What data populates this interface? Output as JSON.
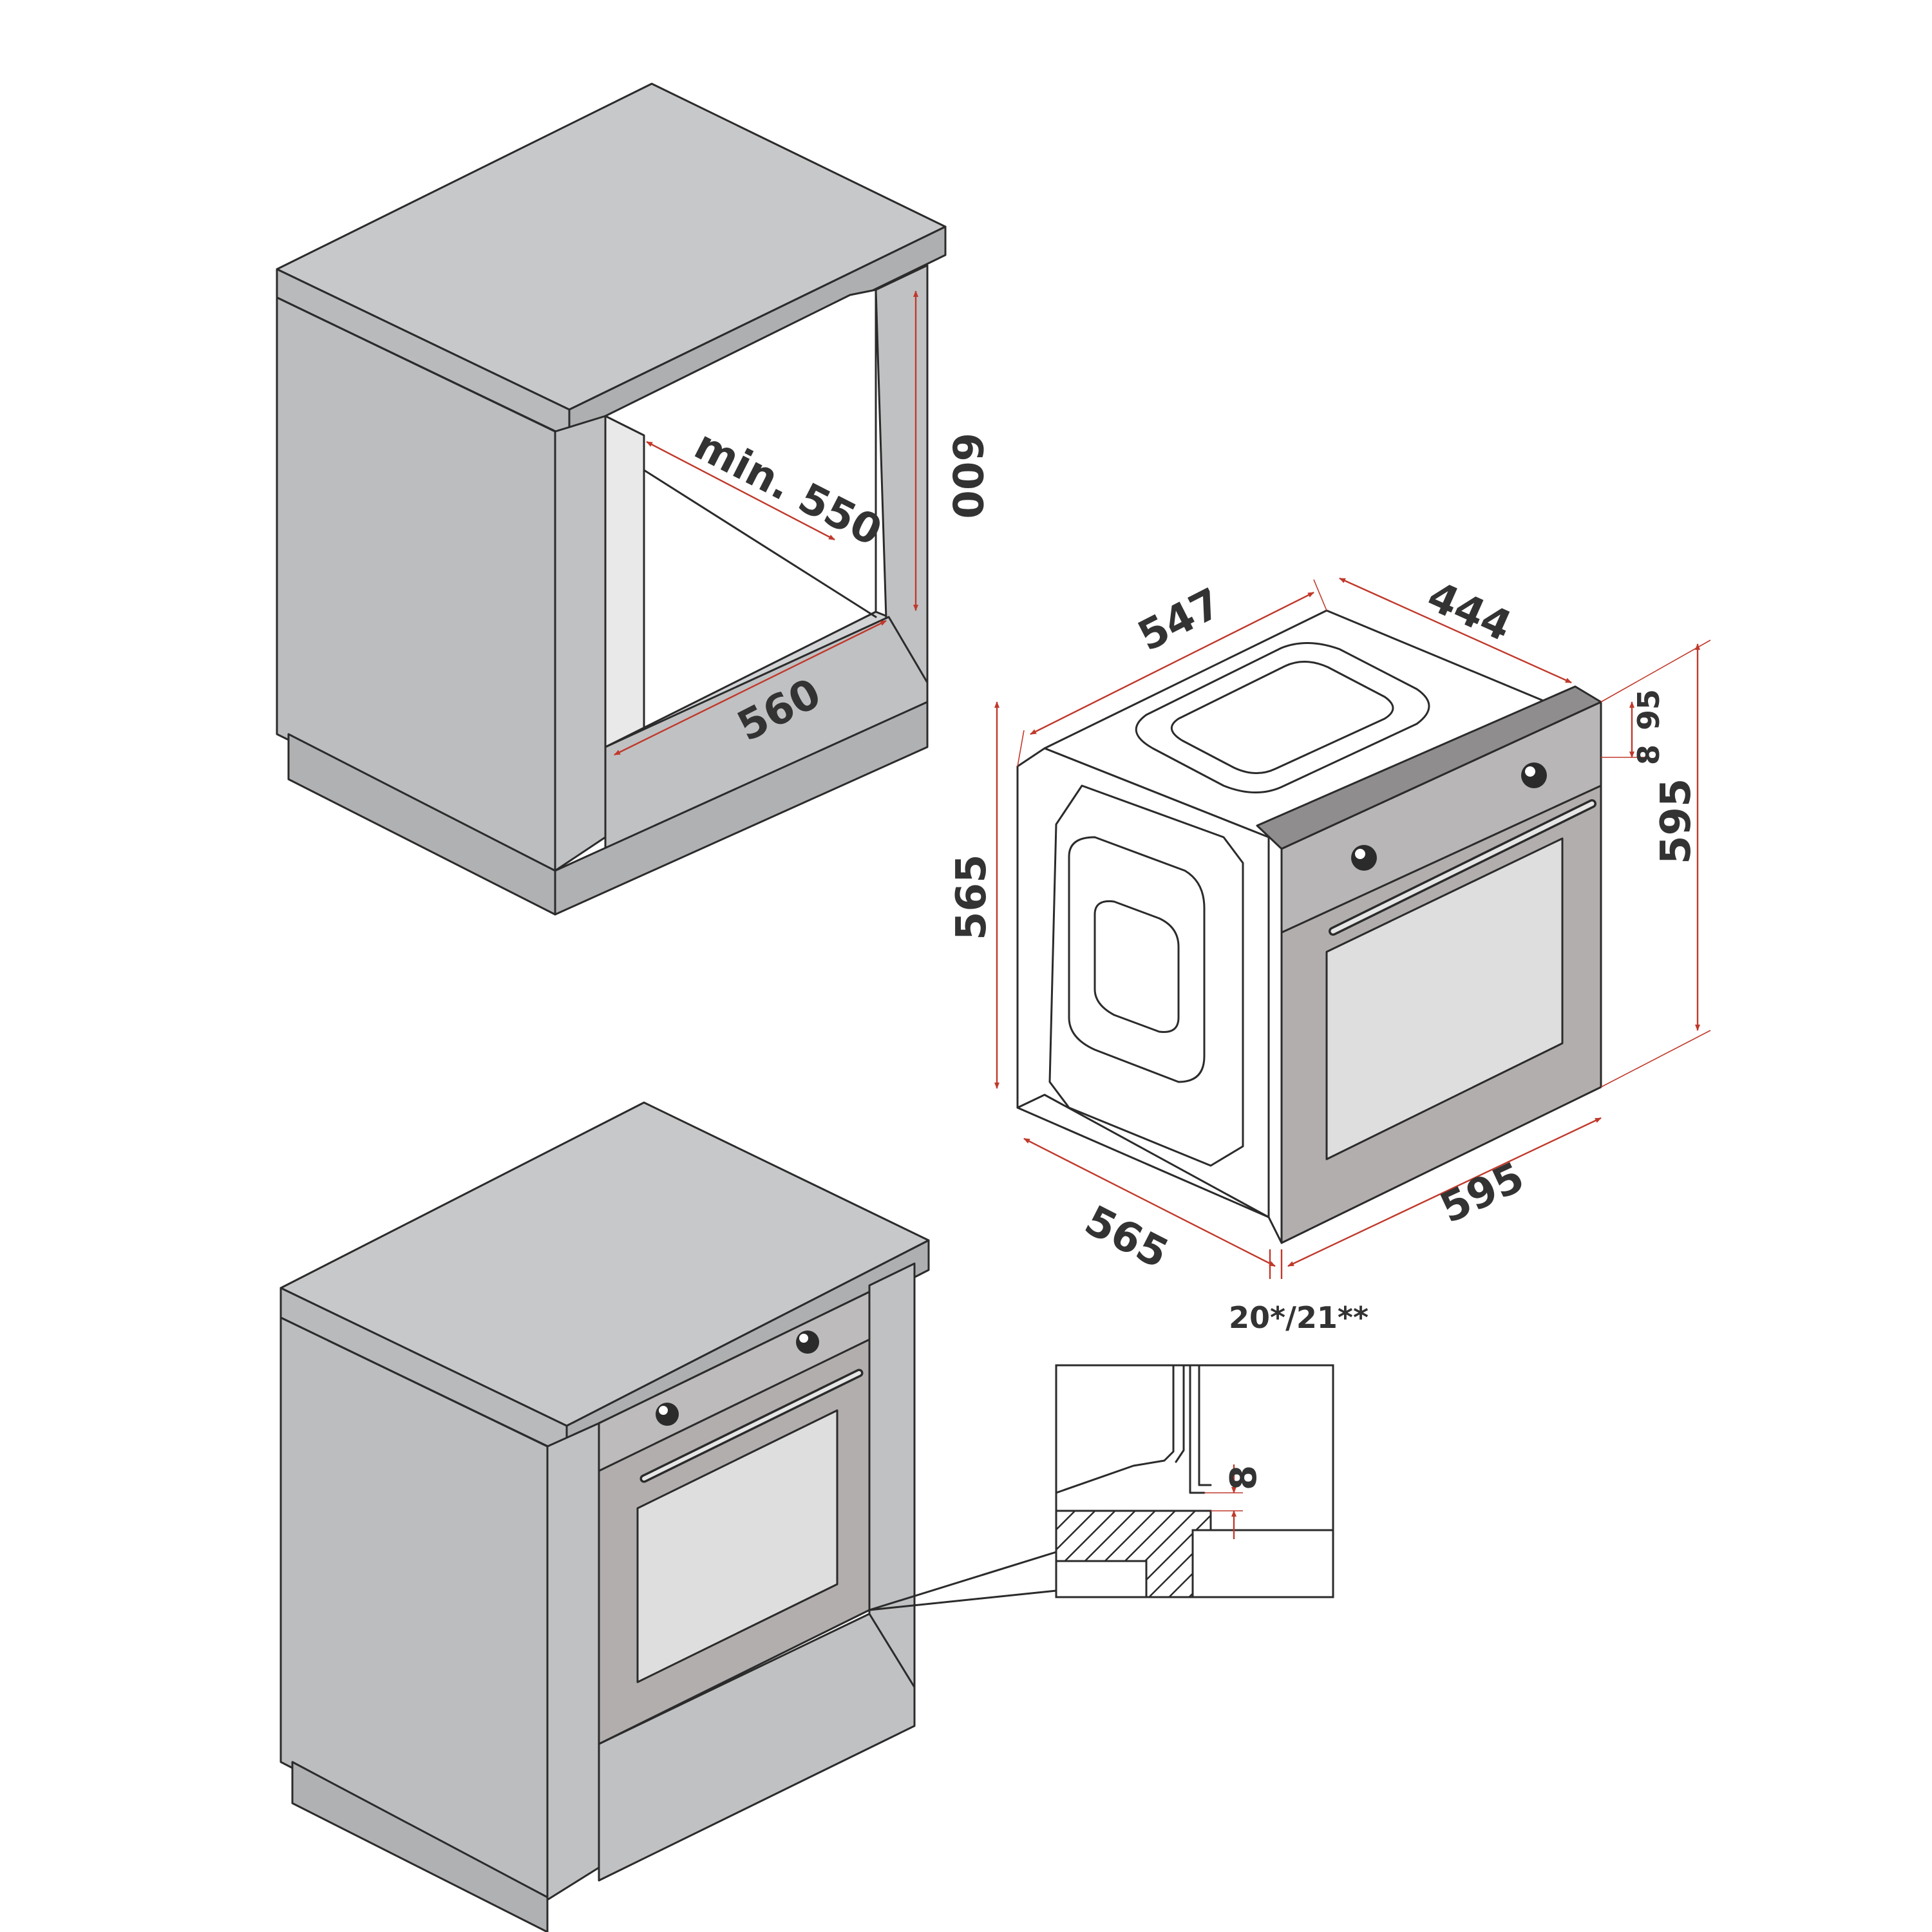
{
  "colors": {
    "cabinet_top": "#c7c8ca",
    "cabinet_front": "#c0c1c3",
    "cabinet_side": "#b5b6b8",
    "cabinet_dark": "#a9aaac",
    "oven_frame": "#b3aeae",
    "oven_glass": "#dededf",
    "oven_panel": "#b8b6b6",
    "line": "#2b2b2b",
    "dimension": "#c0392b",
    "text": "#333333"
  },
  "dimensions": {
    "niche_depth": "min. 550",
    "niche_height": "600",
    "niche_width": "560",
    "oven_depth_top": "547",
    "oven_cavity_width": "444",
    "oven_height_left": "565",
    "oven_depth_bottom": "565",
    "oven_width": "595",
    "oven_height_right": "595",
    "panel_top_gap": "8",
    "panel_height": "95",
    "front_thickness": "20*/21**",
    "detail_gap": "8"
  },
  "icons": [
    "oven-knob-icon",
    "oven-handle-icon",
    "hatched-section-icon"
  ]
}
